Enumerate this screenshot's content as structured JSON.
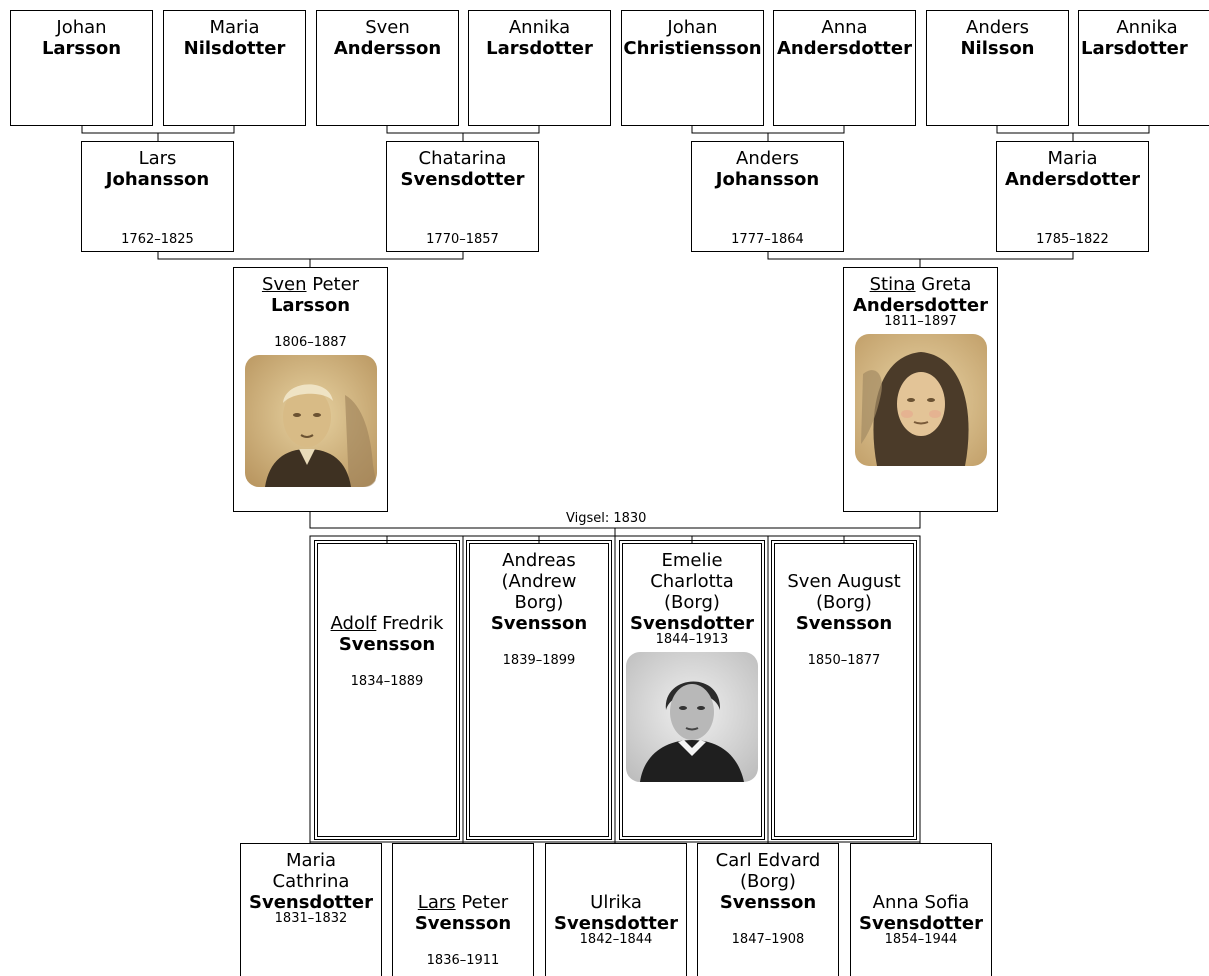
{
  "great_grandparents": [
    {
      "given": "Johan",
      "surname": "Larsson"
    },
    {
      "given": "Maria",
      "surname": "Nilsdotter"
    },
    {
      "given": "Sven",
      "surname": "Andersson"
    },
    {
      "given": "Annika",
      "surname": "Larsdotter"
    },
    {
      "given": "Johan",
      "surname": "Christiensson"
    },
    {
      "given": "Anna",
      "surname": "Andersdotter"
    },
    {
      "given": "Anders",
      "surname": "Nilsson"
    },
    {
      "given": "Annika",
      "surname": "Larsdotter"
    }
  ],
  "grandparents": [
    {
      "given": "Lars",
      "surname": "Johansson",
      "dates": "1762–1825"
    },
    {
      "given": "Chatarina",
      "surname": "Svensdotter",
      "dates": "1770–1857"
    },
    {
      "given": "Anders",
      "surname": "Johansson",
      "dates": "1777–1864"
    },
    {
      "given": "Maria",
      "surname": "Andersdotter",
      "dates": "1785–1822"
    }
  ],
  "father": {
    "called_name": "Sven",
    "middle": "Peter",
    "surname": "Larsson",
    "dates": "1806–1887"
  },
  "mother": {
    "called_name": "Stina",
    "middle": "Greta",
    "surname": "Andersdotter",
    "dates": "1811–1897"
  },
  "marriage_label": "Vigsel: 1830",
  "children_row1": [
    {
      "called_name": "Adolf",
      "rest": "Fredrik",
      "surname": "Svensson",
      "dates": "1834–1889"
    },
    {
      "called_name": "",
      "rest": "Andreas (Andrew Borg)",
      "surname": "Svensson",
      "dates": "1839–1899"
    },
    {
      "called_name": "",
      "rest": "Emelie Charlotta (Borg)",
      "surname": "Svensdotter",
      "dates": "1844–1913"
    },
    {
      "called_name": "",
      "rest": "Sven August (Borg)",
      "surname": "Svensson",
      "dates": "1850–1877"
    }
  ],
  "children_row2": [
    {
      "called_name": "",
      "rest": "Maria Cathrina",
      "surname": "Svensdotter",
      "dates": "1831–1832"
    },
    {
      "called_name": "Lars",
      "rest": "Peter",
      "surname": "Svensson",
      "dates": "1836–1911"
    },
    {
      "called_name": "",
      "rest": "Ulrika",
      "surname": "Svensdotter",
      "dates": "1842–1844"
    },
    {
      "called_name": "",
      "rest": "Carl Edvard (Borg)",
      "surname": "Svensson",
      "dates": "1847–1908"
    },
    {
      "called_name": "",
      "rest": "Anna Sofia",
      "surname": "Svensdotter",
      "dates": "1854–1944"
    }
  ],
  "colors": {
    "line": "#000000",
    "background": "#ffffff",
    "sepia": "#c9a870",
    "sepia_dark": "#6b5232"
  }
}
